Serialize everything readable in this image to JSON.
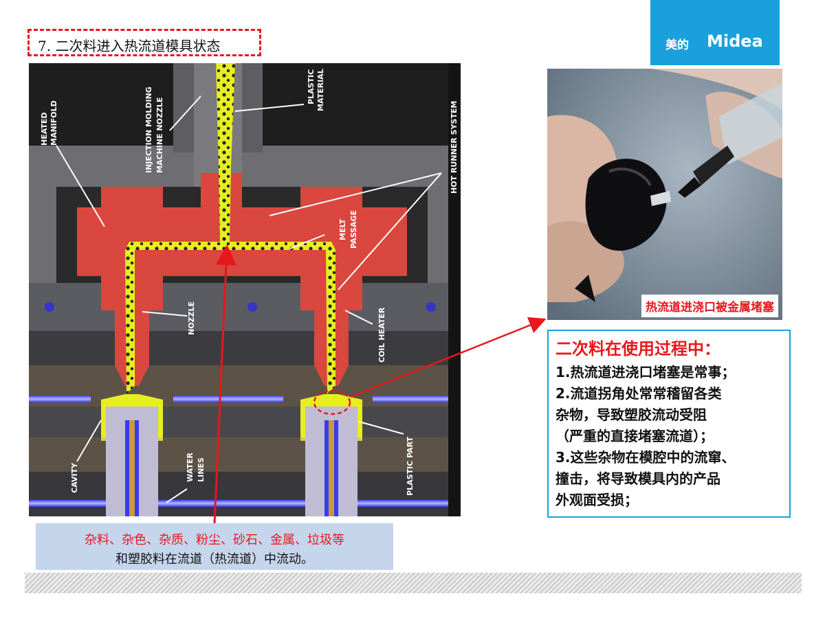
{
  "slide": {
    "title": "7. 二次料进入热流道模具状态",
    "logo_cn": "美的",
    "logo_en": "Midea"
  },
  "diagram": {
    "labels": {
      "heated_manifold_1": "HEATED",
      "heated_manifold_2": "MANIFOLD",
      "injection_1": "INJECTION MOLDING",
      "injection_2": "MACHINE NOZZLE",
      "plastic_1": "PLASTIC",
      "plastic_2": "MATERIAL",
      "hot_runner": "HOT RUNNER SYSTEM",
      "melt_1": "MELT",
      "melt_2": "PASSAGE",
      "nozzle": "NOZZLE",
      "coil_heater": "COIL HEATER",
      "cavity": "CAVITY",
      "water_1": "WATER",
      "water_2": "LINES",
      "plastic_part": "PLASTIC PART"
    }
  },
  "photo": {
    "caption": "热流道进浇口被金属堵塞"
  },
  "notes": {
    "heading": "二次料在使用过程中：",
    "lines": [
      "1.热流道进浇口堵塞是常事；",
      "2.流道拐角处常常稽留各类",
      "杂物，导致塑胶流动受阻",
      "（严重的直接堵塞流道）；",
      "3.这些杂物在模腔中的流窜、",
      "撞击，将导致模具内的产品",
      "外观面受损；"
    ]
  },
  "bottom_note": {
    "line1": "杂料、杂色、杂质、粉尘、砂石、金属、垃圾等",
    "line2": "和塑胶料在流道（热流道）中流动。"
  },
  "colors": {
    "accent_red": "#e8171c",
    "brand_blue": "#1aa0dc",
    "manifold_red": "#d9473f",
    "melt_yellow": "#e6ee1e",
    "mold_gray": "#6e6e72"
  }
}
